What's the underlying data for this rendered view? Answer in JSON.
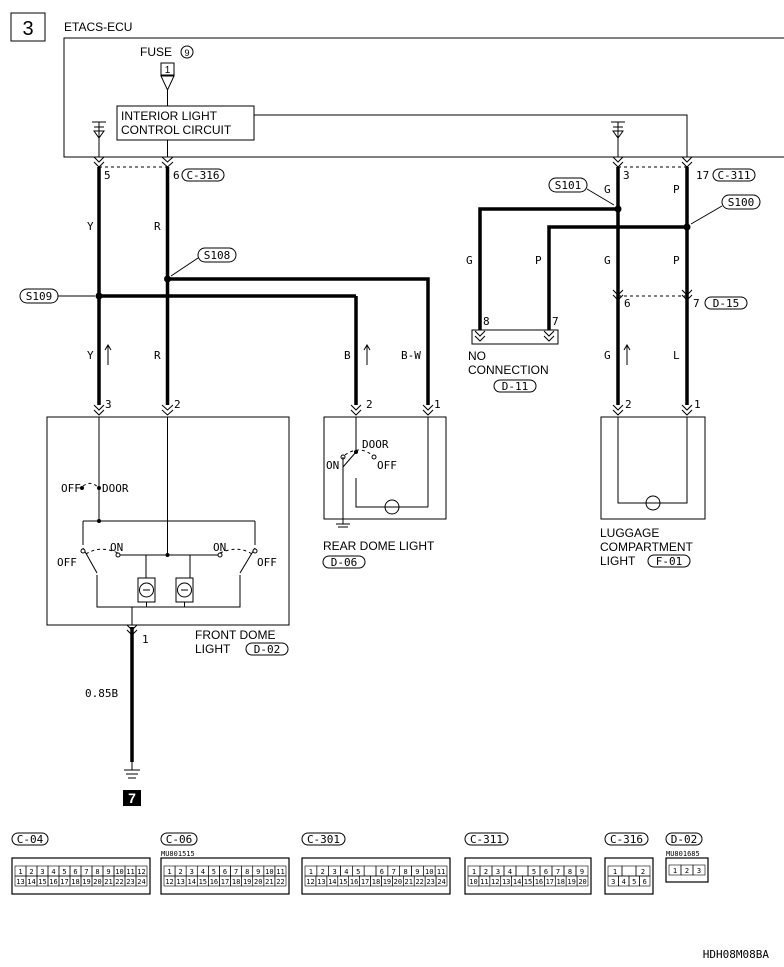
{
  "section_number": "3",
  "ecu_label": "ETACS-ECU",
  "fuse_label": "FUSE",
  "fuse_number": "9",
  "fuse_pin": "1",
  "control_circuit": [
    "INTERIOR LIGHT",
    "CONTROL CIRCUIT"
  ],
  "connectors": {
    "c316": "C-316",
    "c311": "C-311",
    "d15": "D-15",
    "d11": "D-11",
    "d06": "D-06",
    "d02": "D-02",
    "f01": "F-01"
  },
  "splices": {
    "s101": "S101",
    "s100": "S100",
    "s108": "S108",
    "s109": "S109"
  },
  "pins": {
    "ecu_5": "5",
    "ecu_6": "6",
    "ecu_3": "3",
    "ecu_17": "17",
    "d15_6": "6",
    "d15_7": "7",
    "nc_8": "8",
    "nc_7": "7",
    "front_3": "3",
    "front_2": "2",
    "front_1": "1",
    "rear_2": "2",
    "rear_1": "1",
    "lug_2": "2",
    "lug_1": "1"
  },
  "wire_colors": {
    "y_upper": "Y",
    "r_upper": "R",
    "y_lower": "Y",
    "r_lower": "R",
    "g_s101": "G",
    "p_ecu": "P",
    "g_nc": "G",
    "p_nc": "P",
    "g_main": "G",
    "p_main": "P",
    "g_lug": "G",
    "l_lug": "L",
    "b_rear": "B",
    "bw_rear": "B-W",
    "ground_wire": "0.85B"
  },
  "switch_labels": {
    "off": "OFF",
    "door": "DOOR",
    "on": "ON"
  },
  "components": {
    "no_connection": [
      "NO",
      "CONNECTION"
    ],
    "rear_dome": "REAR DOME LIGHT",
    "front_dome": [
      "FRONT DOME",
      "LIGHT"
    ],
    "luggage": [
      "LUGGAGE",
      "COMPARTMENT",
      "LIGHT"
    ]
  },
  "ground_number": "7",
  "connector_views": [
    {
      "id": "C-04",
      "rows": [
        [
          "1",
          "2",
          "3",
          "4",
          "5",
          "6",
          "7",
          "8",
          "9",
          "10",
          "11",
          "12"
        ],
        [
          "13",
          "14",
          "15",
          "16",
          "17",
          "18",
          "19",
          "20",
          "21",
          "22",
          "23",
          "24"
        ]
      ],
      "part": ""
    },
    {
      "id": "C-06",
      "rows": [
        [
          "1",
          "2",
          "3",
          "4",
          "5",
          "6",
          "7",
          "8",
          "9",
          "10",
          "11"
        ],
        [
          "12",
          "13",
          "14",
          "15",
          "16",
          "17",
          "18",
          "19",
          "20",
          "21",
          "22"
        ]
      ],
      "part": "MU801515"
    },
    {
      "id": "C-301",
      "rows": [
        [
          "1",
          "2",
          "3",
          "4",
          "5",
          "",
          "6",
          "7",
          "8",
          "9",
          "10",
          "11"
        ],
        [
          "12",
          "13",
          "14",
          "15",
          "16",
          "17",
          "18",
          "19",
          "20",
          "21",
          "22",
          "23",
          "24"
        ]
      ],
      "part": ""
    },
    {
      "id": "C-311",
      "rows": [
        [
          "1",
          "2",
          "3",
          "4",
          "",
          "5",
          "6",
          "7",
          "8",
          "9"
        ],
        [
          "10",
          "11",
          "12",
          "13",
          "14",
          "15",
          "16",
          "17",
          "18",
          "19",
          "20"
        ]
      ],
      "part": ""
    },
    {
      "id": "C-316",
      "rows": [
        [
          "1",
          "",
          "2"
        ],
        [
          "3",
          "4",
          "5",
          "6"
        ]
      ],
      "part": ""
    },
    {
      "id": "D-02",
      "rows": [
        [
          "1",
          "2",
          "3"
        ]
      ],
      "part": "MU801685"
    }
  ],
  "figure_code": "HDH08M08BA"
}
